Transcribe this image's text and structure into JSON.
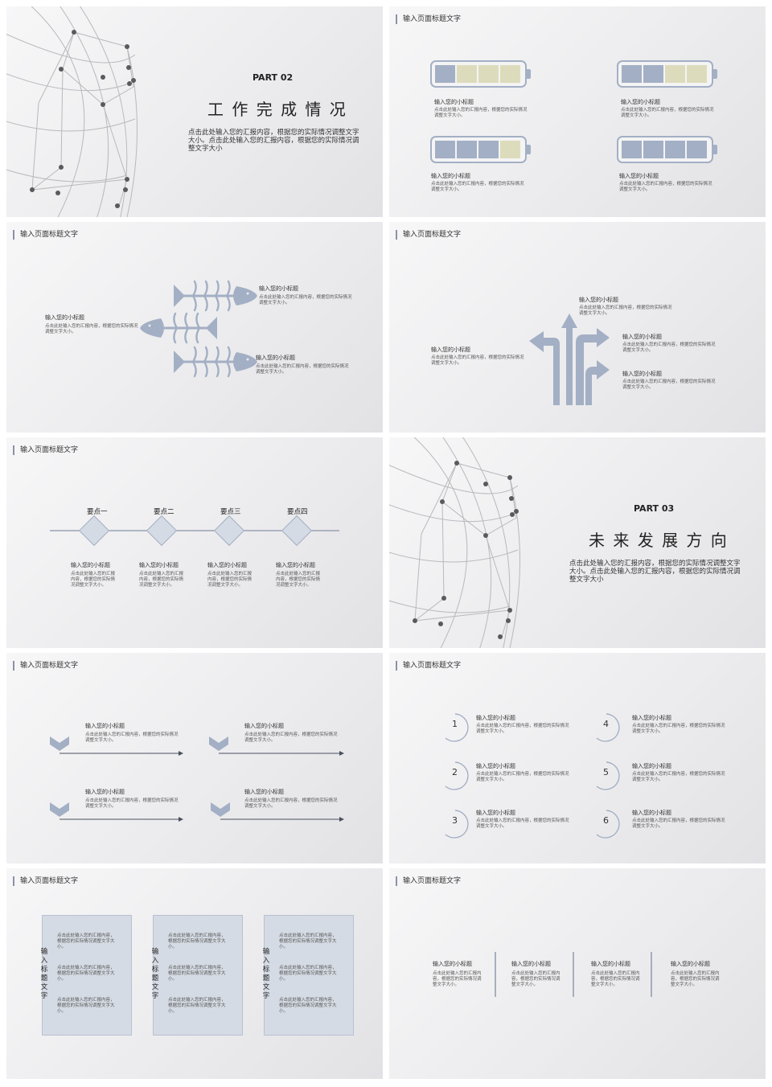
{
  "slides": {
    "s1": {
      "part": "PART 02",
      "title": "工 作 完 成 情 况",
      "desc": "点击此处输入您的汇报内容，根据您的实际情况调整文字大小。点击此处输入您的汇报内容，根据您的实际情况调整文字大小"
    },
    "s2": {
      "header": "输入页面标题文字",
      "items": [
        {
          "subtitle": "输入您的小标题",
          "desc": "点击此处输入您的汇报内容，根据您的实际情况调整文字大小。",
          "filled": 1
        },
        {
          "subtitle": "输入您的小标题",
          "desc": "点击此处输入您的汇报内容，根据您的实际情况调整文字大小。",
          "filled": 2
        },
        {
          "subtitle": "输入您的小标题",
          "desc": "点击此处输入您的汇报内容，根据您的实际情况调整文字大小。",
          "filled": 3
        },
        {
          "subtitle": "输入您的小标题",
          "desc": "点击此处输入您的汇报内容，根据您的实际情况调整文字大小。",
          "filled": 4
        }
      ]
    },
    "s3": {
      "header": "输入页面标题文字",
      "items": [
        {
          "subtitle": "输入您的小标题",
          "desc": "点击此处输入您的汇报内容，根据您的实际情况调整文字大小。"
        },
        {
          "subtitle": "输入您的小标题",
          "desc": "点击此处输入您的汇报内容，根据您的实际情况调整文字大小。"
        },
        {
          "subtitle": "输入您的小标题",
          "desc": "点击此处输入您的汇报内容，根据您的实际情况调整文字大小。"
        }
      ]
    },
    "s4": {
      "header": "输入页面标题文字",
      "items": [
        {
          "subtitle": "输入您的小标题",
          "desc": "点击此处输入您的汇报内容，根据您的实际情况调整文字大小。"
        },
        {
          "subtitle": "输入您的小标题",
          "desc": "点击此处输入您的汇报内容，根据您的实际情况调整文字大小。"
        },
        {
          "subtitle": "输入您的小标题",
          "desc": "点击此处输入您的汇报内容，根据您的实际情况调整文字大小。"
        },
        {
          "subtitle": "输入您的小标题",
          "desc": "点击此处输入您的汇报内容，根据您的实际情况调整文字大小。"
        }
      ]
    },
    "s5": {
      "header": "输入页面标题文字",
      "points": [
        "要点一",
        "要点二",
        "要点三",
        "要点四"
      ],
      "items": [
        {
          "subtitle": "输入您的小标题",
          "desc": "点击此处输入您的汇报内容，根据您的实际情况调整文字大小。"
        },
        {
          "subtitle": "输入您的小标题",
          "desc": "点击此处输入您的汇报内容，根据您的实际情况调整文字大小。"
        },
        {
          "subtitle": "输入您的小标题",
          "desc": "点击此处输入您的汇报内容，根据您的实际情况调整文字大小。"
        },
        {
          "subtitle": "输入您的小标题",
          "desc": "点击此处输入您的汇报内容，根据您的实际情况调整文字大小。"
        }
      ]
    },
    "s6": {
      "part": "PART 03",
      "title": "未 来 发 展 方 向",
      "desc": "点击此处输入您的汇报内容，根据您的实际情况调整文字大小。点击此处输入您的汇报内容，根据您的实际情况调整文字大小"
    },
    "s7": {
      "header": "输入页面标题文字",
      "items": [
        {
          "subtitle": "输入您的小标题",
          "desc": "点击此处输入您的汇报内容，根据您的实际情况调整文字大小。"
        },
        {
          "subtitle": "输入您的小标题",
          "desc": "点击此处输入您的汇报内容，根据您的实际情况调整文字大小。"
        },
        {
          "subtitle": "输入您的小标题",
          "desc": "点击此处输入您的汇报内容，根据您的实际情况调整文字大小。"
        },
        {
          "subtitle": "输入您的小标题",
          "desc": "点击此处输入您的汇报内容，根据您的实际情况调整文字大小。"
        }
      ]
    },
    "s8": {
      "header": "输入页面标题文字",
      "items": [
        {
          "num": "1",
          "subtitle": "输入您的小标题",
          "desc": "点击此处输入您的汇报内容，根据您的实际情况调整文字大小。"
        },
        {
          "num": "2",
          "subtitle": "输入您的小标题",
          "desc": "点击此处输入您的汇报内容，根据您的实际情况调整文字大小。"
        },
        {
          "num": "3",
          "subtitle": "输入您的小标题",
          "desc": "点击此处输入您的汇报内容，根据您的实际情况调整文字大小。"
        },
        {
          "num": "4",
          "subtitle": "输入您的小标题",
          "desc": "点击此处输入您的汇报内容，根据您的实际情况调整文字大小。"
        },
        {
          "num": "5",
          "subtitle": "输入您的小标题",
          "desc": "点击此处输入您的汇报内容，根据您的实际情况调整文字大小。"
        },
        {
          "num": "6",
          "subtitle": "输入您的小标题",
          "desc": "点击此处输入您的汇报内容，根据您的实际情况调整文字大小。"
        }
      ]
    },
    "s9": {
      "header": "输入页面标题文字",
      "cards": [
        {
          "label": "输入标题文字",
          "lines": [
            "点击此处输入您的汇报内容，根据您的实际情况调整文字大小。",
            "点击此处输入您的汇报内容，根据您的实际情况调整文字大小。",
            "点击此处输入您的汇报内容，根据您的实际情况调整文字大小。"
          ]
        },
        {
          "label": "输入标题文字",
          "lines": [
            "点击此处输入您的汇报内容，根据您的实际情况调整文字大小。",
            "点击此处输入您的汇报内容，根据您的实际情况调整文字大小。",
            "点击此处输入您的汇报内容，根据您的实际情况调整文字大小。"
          ]
        },
        {
          "label": "输入标题文字",
          "lines": [
            "点击此处输入您的汇报内容，根据您的实际情况调整文字大小。",
            "点击此处输入您的汇报内容，根据您的实际情况调整文字大小。",
            "点击此处输入您的汇报内容，根据您的实际情况调整文字大小。"
          ]
        }
      ]
    },
    "s10": {
      "header": "输入页面标题文字",
      "items": [
        {
          "subtitle": "输入您的小标题",
          "desc": "点击此处输入您的汇报内容，根据您的实际情况调整文字大小。"
        },
        {
          "subtitle": "输入您的小标题",
          "desc": "点击此处输入您的汇报内容，根据您的实际情况调整文字大小。"
        },
        {
          "subtitle": "输入您的小标题",
          "desc": "点击此处输入您的汇报内容，根据您的实际情况调整文字大小。"
        },
        {
          "subtitle": "输入您的小标题",
          "desc": "点击此处输入您的汇报内容，根据您的实际情况调整文字大小。"
        }
      ]
    }
  },
  "colors": {
    "accent": "#a3afc4",
    "battery_empty": "#dcdcbc",
    "line": "#8a93a6",
    "card": "#d5dbe4"
  }
}
